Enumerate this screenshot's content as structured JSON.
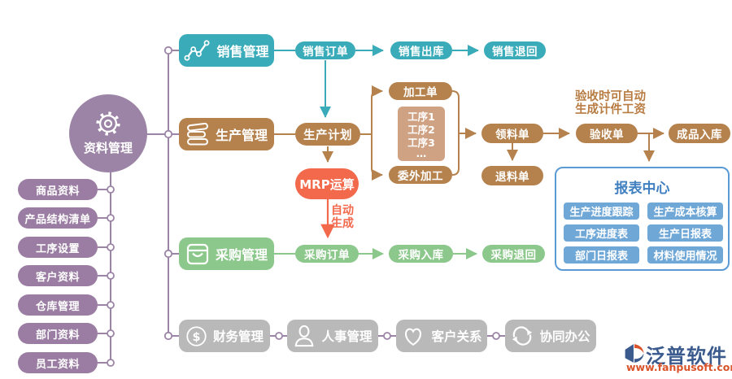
{
  "colors": {
    "teal": "#3aabb8",
    "brown": "#b5824e",
    "light_brown": "#cfa283",
    "red": "#f2694c",
    "green": "#8cc88b",
    "purple": "#9c84a6",
    "pill_purple": "#9b7da3",
    "gray": "#b9b9b9",
    "report_border_blue": "#5b9bd5",
    "report_title_blue": "#4080c0",
    "report_button_blue": "#6fa7d7",
    "brand_navy": "#3b5a8d",
    "brand_orange": "#d9532b"
  },
  "hub": {
    "label": "资料管理"
  },
  "left_items": [
    "商品资料",
    "产品结构清单",
    "工序设置",
    "客户资料",
    "仓库管理",
    "部门资料",
    "员工资料"
  ],
  "sales": {
    "module": "销售管理",
    "order": "销售订单",
    "outbound": "销售出库",
    "return": "销售退回"
  },
  "production": {
    "module": "生产管理",
    "plan": "生产计划",
    "mrp": "MRP运算",
    "auto_lines": [
      "自动",
      "生成"
    ],
    "process_order": "加工单",
    "steps": [
      "工序1",
      "工序2",
      "工序3",
      "…"
    ],
    "outsourcing": "委外加工",
    "material_requisition": "领料单",
    "material_return": "退料单",
    "acceptance": "验收单",
    "finished_in": "成品入库",
    "note_lines": [
      "验收时可自动",
      "生成计件工资"
    ]
  },
  "purchase": {
    "module": "采购管理",
    "order": "采购订单",
    "inbound": "采购入库",
    "return": "采购退回"
  },
  "report_center": {
    "title": "报表中心",
    "items": [
      "生产进度跟踪",
      "生产成本核算",
      "工序进度表",
      "生产日报表",
      "部门日报表",
      "材料使用情况"
    ]
  },
  "bottom_modules": [
    "财务管理",
    "人事管理",
    "客户关系",
    "协同办公"
  ],
  "logo": {
    "name": "泛普软件",
    "url": "www.fanpusoft.com"
  },
  "icons": {
    "hub": "gear-icon",
    "sales": "line-chart-icon",
    "production": "list-icon",
    "purchase": "shopping-bag-icon",
    "finance": "dollar-icon",
    "hr": "person-icon",
    "crm": "heart-icon",
    "oa": "sync-icon",
    "brand": "fanpu-logo-icon",
    "dollar_glyph": "$"
  }
}
